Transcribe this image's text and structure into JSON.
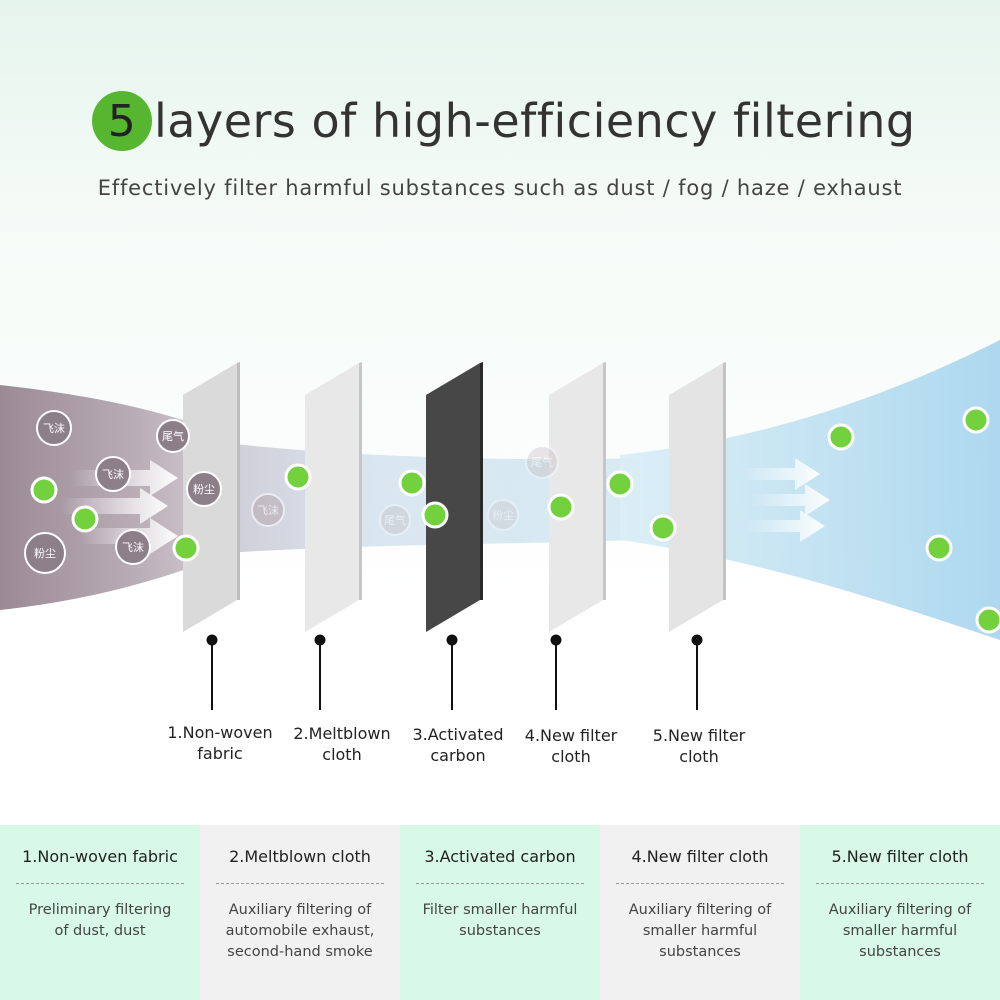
{
  "title": {
    "number": "5",
    "text": "layers of high-efficiency filtering"
  },
  "subtitle": "Effectively filter harmful substances such as dust / fog / haze / exhaust",
  "particles": {
    "dust_cn": "粉尘",
    "droplet_cn": "飞沫",
    "exhaust_cn": "尾气"
  },
  "layers": [
    {
      "label_line1": "1.Non-woven",
      "label_line2": "fabric",
      "color": "#d9d9db"
    },
    {
      "label_line1": "2.Meltblown",
      "label_line2": "cloth",
      "color": "#e6e6e6"
    },
    {
      "label_line1": "3.Activated",
      "label_line2": "carbon",
      "color": "#454545"
    },
    {
      "label_line1": "4.New filter",
      "label_line2": "cloth",
      "color": "#e6e6e6"
    },
    {
      "label_line1": "5.New filter",
      "label_line2": "cloth",
      "color": "#e2e2e2"
    }
  ],
  "table": [
    {
      "title": "1.Non-woven fabric",
      "desc": [
        "Preliminary filtering",
        "of dust, dust"
      ],
      "bg": "green"
    },
    {
      "title": "2.Meltblown cloth",
      "desc": [
        "Auxiliary filtering of",
        "automobile exhaust,",
        "second-hand smoke"
      ],
      "bg": "gray"
    },
    {
      "title": "3.Activated carbon",
      "desc": [
        "Filter smaller harmful",
        "substances"
      ],
      "bg": "green"
    },
    {
      "title": "4.New filter cloth",
      "desc": [
        "Auxiliary filtering of",
        "smaller harmful",
        "substances"
      ],
      "bg": "gray"
    },
    {
      "title": "5.New filter cloth",
      "desc": [
        "Auxiliary filtering of",
        "smaller harmful",
        "substances"
      ],
      "bg": "green"
    }
  ],
  "colors": {
    "accent_green": "#56b62f",
    "particle_green": "#66cc33",
    "polluted_air": "#9e8e96",
    "clean_air": "#bcdff0"
  }
}
